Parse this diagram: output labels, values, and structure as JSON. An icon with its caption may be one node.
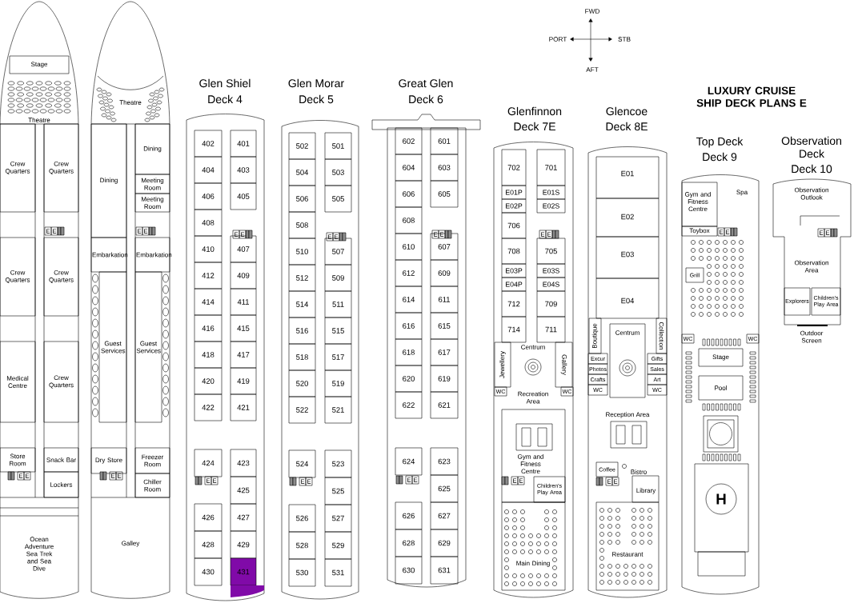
{
  "diagram": {
    "title": "LUXURY CRUISE SHIP DECK PLANS E",
    "nodes": [
      {
        "text": [],
        "shape": "box"
      },
      {
        "text": [
          "Stage"
        ],
        "in": 0
      },
      {
        "text": [
          "Crew Quarters"
        ],
        "in": 0
      },
      {
        "text": [
          "Crew Quarters"
        ],
        "in": 0
      },
      {
        "text": [
          "Crew Quarters"
        ],
        "in": 0
      },
      {
        "text": [
          "Crew Quarters"
        ],
        "in": 0
      },
      {
        "text": [
          "Medical Centre"
        ],
        "in": 0
      },
      {
        "text": [
          "Crew Quarters"
        ],
        "in": 0
      },
      {
        "text": [
          "Store Room"
        ],
        "in": 0
      },
      {
        "text": [
          "Snack Bar"
        ],
        "in": 0
      },
      {
        "text": [
          "Lockers"
        ],
        "in": 0
      },
      {
        "text": [
          "Ocean Adventure Sea Trek and Sea Dive"
        ],
        "in": 0
      },
      {
        "text": [],
        "shape": "box"
      },
      {
        "text": [
          "Dining"
        ],
        "in": 12
      },
      {
        "text": [
          "Dining"
        ],
        "in": 12
      },
      {
        "text": [
          "Meeting Room"
        ],
        "in": 12
      },
      {
        "text": [
          "Meeting Room"
        ],
        "in": 12
      },
      {
        "text": [
          "Embarkation"
        ],
        "in": 12
      },
      {
        "text": [
          "Embarkation"
        ],
        "in": 12
      },
      {
        "text": [
          "Guest Services"
        ],
        "in": 12
      },
      {
        "text": [
          "Guest Services"
        ],
        "in": 12
      },
      {
        "text": [
          "Dry Store"
        ],
        "in": 12
      },
      {
        "text": [
          "Freezer Room"
        ],
        "in": 12
      },
      {
        "text": [
          "Chiller Room"
        ],
        "in": 12
      },
      {
        "text": [
          "Galley"
        ],
        "in": 12
      },
      {
        "text": [
          "Glen Shiel",
          "Deck 4"
        ]
      },
      {
        "text": [
          "402"
        ],
        "in": 25
      },
      {
        "text": [
          "401"
        ],
        "in": 25
      },
      {
        "text": [
          "404"
        ],
        "in": 25
      },
      {
        "text": [
          "403"
        ],
        "in": 25
      },
      {
        "text": [
          "406"
        ],
        "in": 25
      },
      {
        "text": [
          "405"
        ],
        "in": 25
      },
      {
        "text": [
          "408"
        ],
        "in": 25
      },
      {
        "text": [
          "410"
        ],
        "in": 25
      },
      {
        "text": [
          "407"
        ],
        "in": 25
      },
      {
        "text": [
          "412"
        ],
        "in": 25
      },
      {
        "text": [
          "409"
        ],
        "in": 25
      },
      {
        "text": [
          "414"
        ],
        "in": 25
      },
      {
        "text": [
          "411"
        ],
        "in": 25
      },
      {
        "text": [
          "416"
        ],
        "in": 25
      },
      {
        "text": [
          "415"
        ],
        "in": 25
      },
      {
        "text": [
          "418"
        ],
        "in": 25
      },
      {
        "text": [
          "417"
        ],
        "in": 25
      },
      {
        "text": [
          "420"
        ],
        "in": 25
      },
      {
        "text": [
          "419"
        ],
        "in": 25
      },
      {
        "text": [
          "422"
        ],
        "in": 25
      },
      {
        "text": [
          "421"
        ],
        "in": 25
      },
      {
        "text": [
          "424"
        ],
        "in": 25
      },
      {
        "text": [
          "423"
        ],
        "in": 25
      },
      {
        "text": [
          "425"
        ],
        "in": 25
      },
      {
        "text": [
          "426"
        ],
        "in": 25
      },
      {
        "text": [
          "427"
        ],
        "in": 25
      },
      {
        "text": [
          "428"
        ],
        "in": 25
      },
      {
        "text": [
          "429"
        ],
        "in": 25
      },
      {
        "text": [
          "430"
        ],
        "in": 25
      },
      {
        "text": [
          "431"
        ],
        "in": 25
      },
      {
        "text": [
          "Glen Morar",
          "Deck 5"
        ]
      },
      {
        "text": [
          "502"
        ],
        "in": 56
      },
      {
        "text": [
          "501"
        ],
        "in": 56
      },
      {
        "text": [
          "504"
        ],
        "in": 56
      },
      {
        "text": [
          "503"
        ],
        "in": 56
      },
      {
        "text": [
          "506"
        ],
        "in": 56
      },
      {
        "text": [
          "505"
        ],
        "in": 56
      },
      {
        "text": [
          "508"
        ],
        "in": 56
      },
      {
        "text": [
          "510"
        ],
        "in": 56
      },
      {
        "text": [
          "507"
        ],
        "in": 56
      },
      {
        "text": [
          "512"
        ],
        "in": 56
      },
      {
        "text": [
          "509"
        ],
        "in": 56
      },
      {
        "text": [
          "514"
        ],
        "in": 56
      },
      {
        "text": [
          "511"
        ],
        "in": 56
      },
      {
        "text": [
          "516"
        ],
        "in": 56
      },
      {
        "text": [
          "515"
        ],
        "in": 56
      },
      {
        "text": [
          "518"
        ],
        "in": 56
      },
      {
        "text": [
          "517"
        ],
        "in": 56
      },
      {
        "text": [
          "520"
        ],
        "in": 56
      },
      {
        "text": [
          "519"
        ],
        "in": 56
      },
      {
        "text": [
          "522"
        ],
        "in": 56
      },
      {
        "text": [
          "521"
        ],
        "in": 56
      },
      {
        "text": [
          "524"
        ],
        "in": 56
      },
      {
        "text": [
          "523"
        ],
        "in": 56
      },
      {
        "text": [
          "525"
        ],
        "in": 56
      },
      {
        "text": [
          "526"
        ],
        "in": 56
      },
      {
        "text": [
          "527"
        ],
        "in": 56
      },
      {
        "text": [
          "528"
        ],
        "in": 56
      },
      {
        "text": [
          "529"
        ],
        "in": 56
      },
      {
        "text": [
          "530"
        ],
        "in": 56
      },
      {
        "text": [
          "531"
        ],
        "in": 56
      },
      {
        "text": [
          "Great Glen",
          "Deck 6"
        ]
      },
      {
        "text": [
          "602"
        ],
        "in": 87
      },
      {
        "text": [
          "601"
        ],
        "in": 87
      },
      {
        "text": [
          "604"
        ],
        "in": 87
      },
      {
        "text": [
          "603"
        ],
        "in": 87
      },
      {
        "text": [
          "606"
        ],
        "in": 87
      },
      {
        "text": [
          "605"
        ],
        "in": 87
      },
      {
        "text": [
          "608"
        ],
        "in": 87
      },
      {
        "text": [
          "610"
        ],
        "in": 87
      },
      {
        "text": [
          "607"
        ],
        "in": 87
      },
      {
        "text": [
          "612"
        ],
        "in": 87
      },
      {
        "text": [
          "609"
        ],
        "in": 87
      },
      {
        "text": [
          "614"
        ],
        "in": 87
      },
      {
        "text": [
          "611"
        ],
        "in": 87
      },
      {
        "text": [
          "616"
        ],
        "in": 87
      },
      {
        "text": [
          "615"
        ],
        "in": 87
      },
      {
        "text": [
          "618"
        ],
        "in": 87
      },
      {
        "text": [
          "617"
        ],
        "in": 87
      },
      {
        "text": [
          "620"
        ],
        "in": 87
      },
      {
        "text": [
          "619"
        ],
        "in": 87
      },
      {
        "text": [
          "622"
        ],
        "in": 87
      },
      {
        "text": [
          "621"
        ],
        "in": 87
      },
      {
        "text": [
          "624"
        ],
        "in": 87
      },
      {
        "text": [
          "623"
        ],
        "in": 87
      },
      {
        "text": [
          "625"
        ],
        "in": 87
      },
      {
        "text": [
          "626"
        ],
        "in": 87
      },
      {
        "text": [
          "627"
        ],
        "in": 87
      },
      {
        "text": [
          "628"
        ],
        "in": 87
      },
      {
        "text": [
          "629"
        ],
        "in": 87
      },
      {
        "text": [
          "630"
        ],
        "in": 87
      },
      {
        "text": [
          "631"
        ],
        "in": 87
      },
      {
        "text": [
          "Glenfinnon",
          "Deck 7E"
        ]
      },
      {
        "text": [
          "702"
        ],
        "in": 118
      },
      {
        "text": [
          "701"
        ],
        "in": 118
      },
      {
        "text": [
          "E01P"
        ],
        "in": 118
      },
      {
        "text": [
          "E01S"
        ],
        "in": 118
      },
      {
        "text": [
          "E02P"
        ],
        "in": 118
      },
      {
        "text": [
          "E02S"
        ],
        "in": 118
      },
      {
        "text": [
          "706"
        ],
        "in": 118
      },
      {
        "text": [
          "708"
        ],
        "in": 118
      },
      {
        "text": [
          "705"
        ],
        "in": 118
      },
      {
        "text": [
          "E03P"
        ],
        "in": 118
      },
      {
        "text": [
          "E03S"
        ],
        "in": 118
      },
      {
        "text": [
          "E04P"
        ],
        "in": 118
      },
      {
        "text": [
          "E04S"
        ],
        "in": 118
      },
      {
        "text": [
          "712"
        ],
        "in": 118
      },
      {
        "text": [
          "709"
        ],
        "in": 118
      },
      {
        "text": [
          "714"
        ],
        "in": 118
      },
      {
        "text": [
          "711"
        ],
        "in": 118
      },
      {
        "text": [
          "Jewellery"
        ],
        "in": 118
      },
      {
        "text": [
          "Gallery"
        ],
        "in": 118
      },
      {
        "text": [
          "WC"
        ],
        "in": 118
      },
      {
        "text": [
          "WC"
        ],
        "in": 118
      },
      {
        "text": [
          "Gym and Fitness Centre"
        ],
        "in": 118
      },
      {
        "text": [
          "Children's Play Area"
        ],
        "in": 140
      },
      {
        "text": [
          "Main Dining"
        ],
        "in": 118
      },
      {
        "text": [
          "Glencoe",
          "Deck 8E"
        ]
      },
      {
        "text": [
          "E01"
        ],
        "in": 143
      },
      {
        "text": [
          "E02"
        ],
        "in": 143
      },
      {
        "text": [
          "E03"
        ],
        "in": 143
      },
      {
        "text": [
          "E04"
        ],
        "in": 143
      },
      {
        "text": [
          "Boutique"
        ],
        "in": 143
      },
      {
        "text": [
          "Collection"
        ],
        "in": 143
      },
      {
        "text": [
          "Excur"
        ],
        "in": 143
      },
      {
        "text": [
          "Gifts"
        ],
        "in": 143
      },
      {
        "text": [
          "Photos"
        ],
        "in": 143
      },
      {
        "text": [
          "Sales"
        ],
        "in": 143
      },
      {
        "text": [
          "Crafts"
        ],
        "in": 143
      },
      {
        "text": [
          "Art"
        ],
        "in": 143
      },
      {
        "text": [
          "WC"
        ],
        "in": 143
      },
      {
        "text": [
          "WC"
        ],
        "in": 143
      },
      {
        "text": [
          "Centrum"
        ],
        "in": 143
      },
      {
        "text": [
          "Coffee"
        ],
        "in": 143
      },
      {
        "text": [
          "Library"
        ],
        "in": 143
      },
      {
        "text": [
          "Restaurant"
        ],
        "in": 143
      },
      {
        "text": [
          "Top Deck",
          "Deck 9"
        ]
      },
      {
        "text": [
          "Gym and Fitness Centre"
        ],
        "in": 162
      },
      {
        "text": [
          "Toybox"
        ],
        "in": 162
      },
      {
        "text": [
          "Grill"
        ],
        "in": 162
      },
      {
        "text": [
          "WC"
        ],
        "in": 162
      },
      {
        "text": [
          "WC"
        ],
        "in": 162
      },
      {
        "text": [
          "Stage"
        ],
        "in": 162
      },
      {
        "text": [
          "Pool"
        ],
        "in": 162
      },
      {
        "text": [
          "H"
        ],
        "in": 162
      },
      {
        "text": [
          "Observation Deck",
          "Deck 10"
        ]
      },
      {
        "text": [
          "Explorers"
        ],
        "in": 171
      },
      {
        "text": [
          "Children's Play Area"
        ],
        "in": 171
      }
    ],
    "labels": [
      "Theatre",
      "Theatre",
      "Centrum",
      "Recreation Area",
      "Reception Area",
      "Bistro",
      "Spa",
      "Observation Outlook",
      "Observation Area",
      "Outdoor Screen",
      "FWD",
      "PORT",
      "STB",
      "AFT",
      "E",
      "E",
      "E",
      "E",
      "E",
      "E",
      "E",
      "E",
      "E",
      "E",
      "E",
      "E",
      "E",
      "E",
      "E",
      "E",
      "E",
      "E",
      "E",
      "E",
      "E",
      "E",
      "E",
      "E",
      "E",
      "E",
      "E",
      "E",
      "E",
      "E"
    ]
  }
}
